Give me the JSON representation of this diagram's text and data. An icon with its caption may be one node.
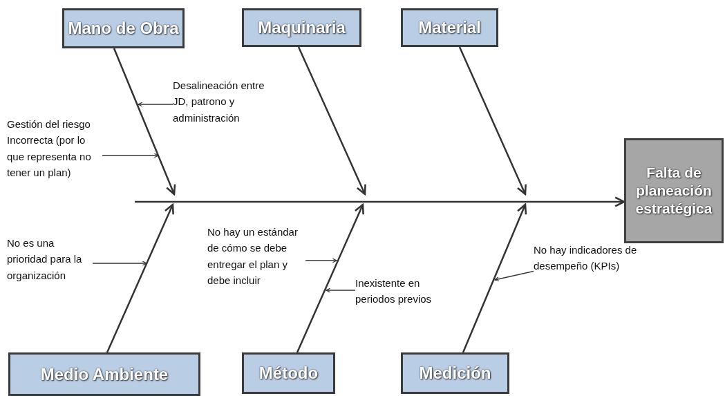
{
  "diagram": {
    "nodes": [
      {
        "text": [
          "Mano de Obra"
        ]
      },
      {
        "text": [
          "Maquinaria"
        ]
      },
      {
        "text": [
          "Material"
        ]
      },
      {
        "text": [
          "Falta de planeación estratégica"
        ]
      },
      {
        "text": [
          "Medio Ambiente"
        ]
      },
      {
        "text": [
          "Método"
        ]
      },
      {
        "text": [
          "Medición"
        ]
      },
      {
        "text": [
          "Desalineación entre JD, patrono y administración"
        ]
      },
      {
        "text": [
          "Gestión del riesgo Incorrecta (por lo que representa no tener un plan)"
        ]
      },
      {
        "text": [
          "No es una prioridad para la organización"
        ]
      },
      {
        "text": [
          "No hay un estándar de cómo se debe entregar el plan y debe incluir"
        ]
      },
      {
        "text": [
          "Inexistente en periodos previos"
        ]
      },
      {
        "text": [
          "No hay indicadores de desempeño (KPIs)"
        ]
      }
    ],
    "edges": [
      {
        "from": null,
        "to": 3,
        "arrow": "to"
      },
      {
        "from": 0,
        "to": null,
        "arrow": "to"
      },
      {
        "from": 1,
        "to": null,
        "arrow": "to"
      },
      {
        "from": 2,
        "to": null,
        "arrow": "to"
      },
      {
        "from": 4,
        "to": null,
        "arrow": "to"
      },
      {
        "from": 5,
        "to": null,
        "arrow": "to"
      },
      {
        "from": 6,
        "to": null,
        "arrow": "to"
      },
      {
        "from": 7,
        "to": null,
        "arrow": "to"
      },
      {
        "from": 8,
        "to": null,
        "arrow": "to"
      },
      {
        "from": 9,
        "to": null,
        "arrow": "to"
      },
      {
        "from": 10,
        "to": null,
        "arrow": "to"
      },
      {
        "from": 11,
        "to": null,
        "arrow": "to"
      },
      {
        "from": 12,
        "to": null,
        "arrow": "to"
      }
    ]
  }
}
